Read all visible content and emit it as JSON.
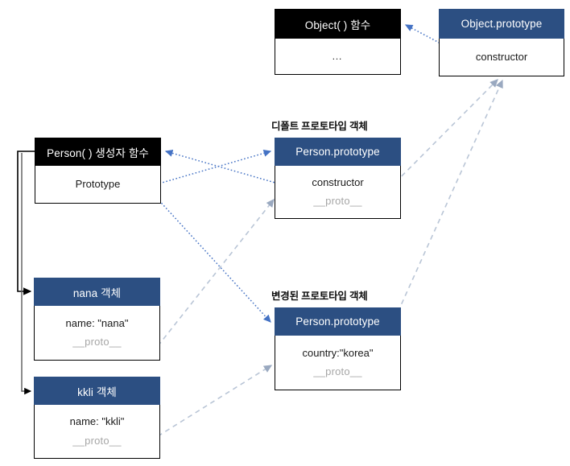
{
  "diagram": {
    "title": "JavaScript prototype chain diagram",
    "colors": {
      "header_blue": "#2c4f82",
      "header_black": "#000000",
      "box_border": "#000000",
      "blue_arrow": "#4472c4",
      "gray_arrow": "#b4c0d3",
      "black_arrow": "#000000",
      "muted_text": "#a6a6a6"
    },
    "captions": {
      "default_prototype": "디폴트 프로토타입 객체",
      "changed_prototype": "변경된 프로토타입 객체"
    },
    "nodes": {
      "object_function": {
        "header": "Object( ) 함수",
        "rows": [
          "…"
        ]
      },
      "object_prototype": {
        "header": "Object.prototype",
        "rows": [
          "constructor"
        ]
      },
      "person_constructor": {
        "header": "Person( ) 생성자 함수",
        "rows": [
          "Prototype"
        ]
      },
      "person_prototype_default": {
        "header": "Person.prototype",
        "rows": [
          "constructor",
          "__proto__"
        ]
      },
      "person_prototype_changed": {
        "header": "Person.prototype",
        "rows": [
          "country:\"korea\"",
          "__proto__"
        ]
      },
      "nana_object": {
        "header": "nana 객체",
        "rows": [
          "name: \"nana\"",
          "__proto__"
        ]
      },
      "kkli_object": {
        "header": "kkli 객체",
        "rows": [
          "name: \"kkli\"",
          "__proto__"
        ]
      }
    },
    "edges": [
      {
        "name": "object-prototype-constructor-to-object-function",
        "style": "dotted-blue"
      },
      {
        "name": "object-prototype-proto-link-from-person-prototypes",
        "style": "dashed-gray"
      },
      {
        "name": "person-prototype-to-person-constructor",
        "style": "dotted-blue"
      },
      {
        "name": "person-constructor-prototype-to-default-prototype",
        "style": "dotted-blue"
      },
      {
        "name": "person-constructor-prototype-to-changed-prototype",
        "style": "dotted-blue"
      },
      {
        "name": "nana-proto-to-default-prototype",
        "style": "dashed-gray"
      },
      {
        "name": "kkli-proto-to-changed-prototype",
        "style": "dashed-gray"
      },
      {
        "name": "person-constructor-to-nana-object",
        "style": "solid-black"
      },
      {
        "name": "person-constructor-to-kkli-object",
        "style": "solid-black"
      }
    ]
  }
}
